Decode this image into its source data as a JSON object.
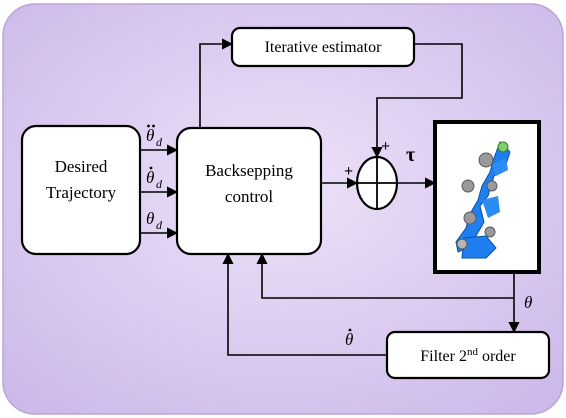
{
  "blocks": {
    "desired_line1": "Desired",
    "desired_line2": "Trajectory",
    "control_line1": "Backsepping",
    "control_line2": "control",
    "estimator": "Iterative estimator",
    "filter_base": "Filter 2",
    "filter_sup": "nd",
    "filter_rest": " order"
  },
  "signals": {
    "theta_base": "θ",
    "theta_sub": "d",
    "tau": "τ",
    "theta": "θ"
  },
  "summing": {
    "left_sign": "+",
    "top_sign": "+"
  },
  "colors": {
    "background": "#dcccf0",
    "robot": "#1f7ff0",
    "joint": "#9a9a9a"
  }
}
